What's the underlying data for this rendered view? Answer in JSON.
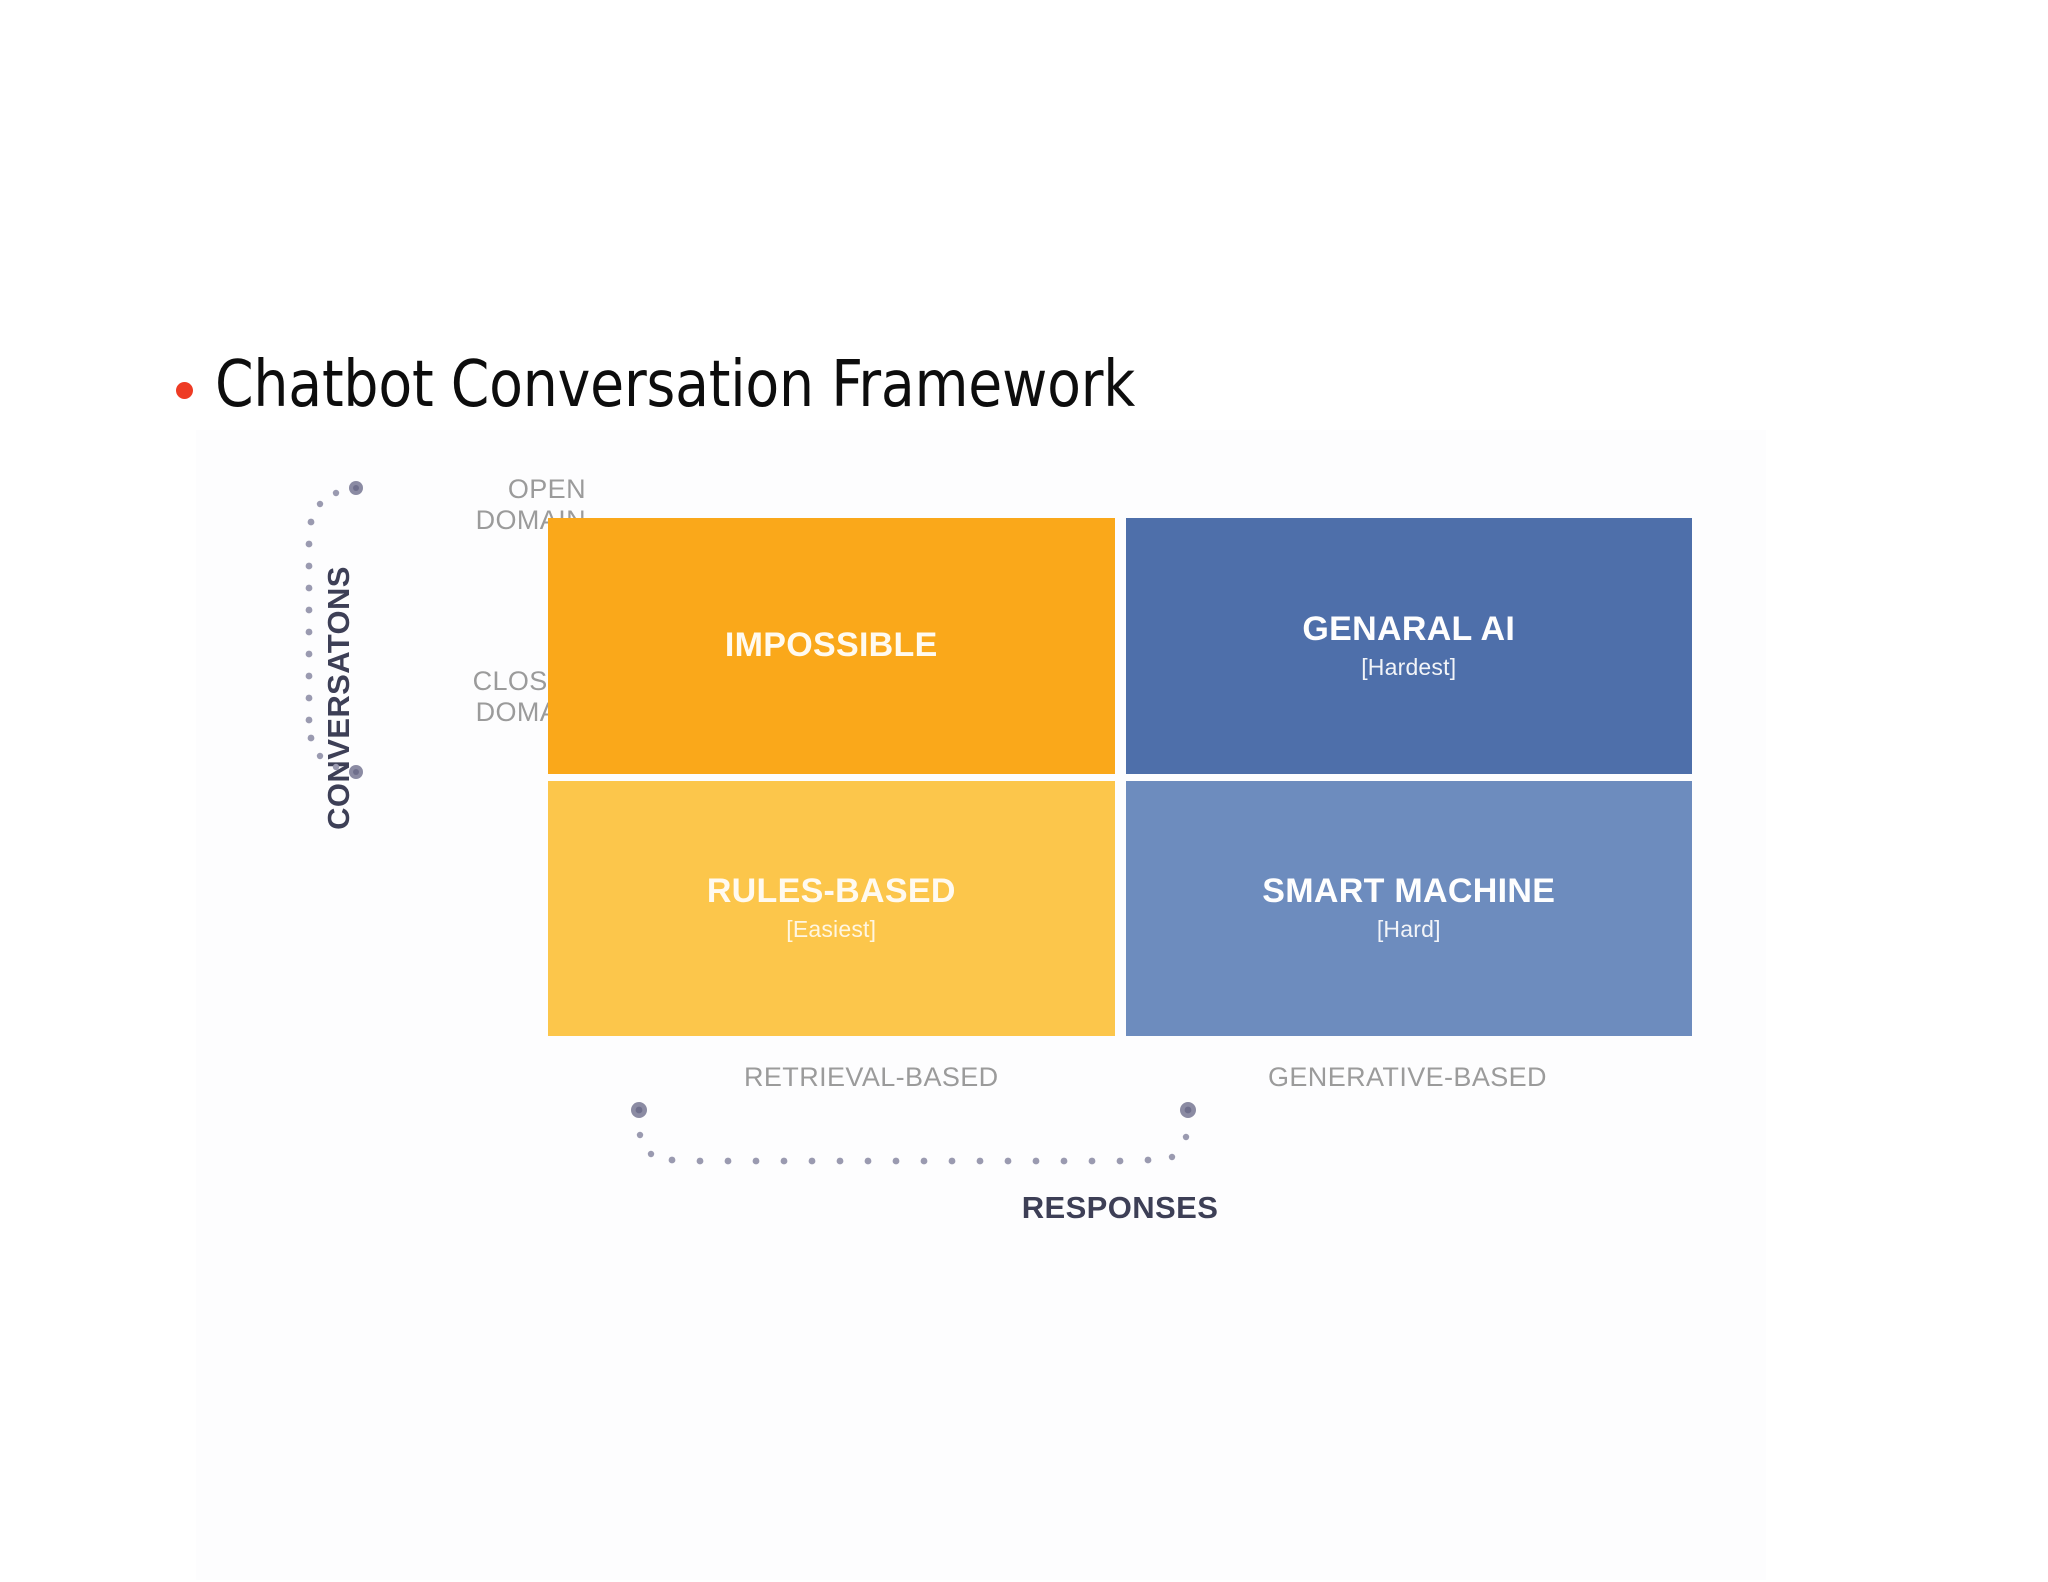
{
  "slide": {
    "bullet_color": "#ee3b24",
    "title": "Chatbot Conversation Framework"
  },
  "chart_data": {
    "type": "table",
    "title": "Chatbot Conversation Framework",
    "xlabel": "RESPONSES",
    "ylabel": "CONVERSATONS",
    "x_categories": [
      "RETRIEVAL-BASED",
      "GENERATIVE-BASED"
    ],
    "y_categories": [
      "OPEN DOMAIN",
      "CLOSED DOMAIN"
    ],
    "cells": [
      {
        "row": "OPEN DOMAIN",
        "column": "RETRIEVAL-BASED",
        "label": "IMPOSSIBLE",
        "sublabel": "",
        "color": "#faa81a"
      },
      {
        "row": "OPEN DOMAIN",
        "column": "GENERATIVE-BASED",
        "label": "GENARAL AI",
        "sublabel": "[Hardest]",
        "color": "#4e6faa"
      },
      {
        "row": "CLOSED DOMAIN",
        "column": "RETRIEVAL-BASED",
        "label": "RULES-BASED",
        "sublabel": "[Easiest]",
        "color": "#fcc64b"
      },
      {
        "row": "CLOSED DOMAIN",
        "column": "GENERATIVE-BASED",
        "label": "SMART MACHINE",
        "sublabel": "[Hard]",
        "color": "#6d8cbe"
      }
    ],
    "grid": false,
    "legend": "none",
    "axis_label_color": "#9b9b9b",
    "axis_title_color": "#3d3f56"
  },
  "figure": {
    "y_axis": {
      "title": "CONVERSATONS",
      "labels": [
        "OPEN DOMAIN",
        "CLOSED DOMAIN"
      ],
      "label_open_line1": "OPEN",
      "label_open_line2": "DOMAIN",
      "label_closed_line1": "CLOSED",
      "label_closed_line2": "DOMAIN",
      "bracket": "dotted-vertical-bracket"
    },
    "x_axis": {
      "title": "RESPONSES",
      "label_left": "RETRIEVAL-BASED",
      "label_right": "GENERATIVE-BASED",
      "bracket": "dotted-horizontal-bracket"
    },
    "quadrants": {
      "top_left": {
        "title": "IMPOSSIBLE",
        "sub": ""
      },
      "top_right": {
        "title": "GENARAL AI",
        "sub": "[Hardest]"
      },
      "bottom_left": {
        "title": "RULES-BASED",
        "sub": "[Easiest]"
      },
      "bottom_right": {
        "title": "SMART MACHINE",
        "sub": "[Hard]"
      }
    }
  }
}
